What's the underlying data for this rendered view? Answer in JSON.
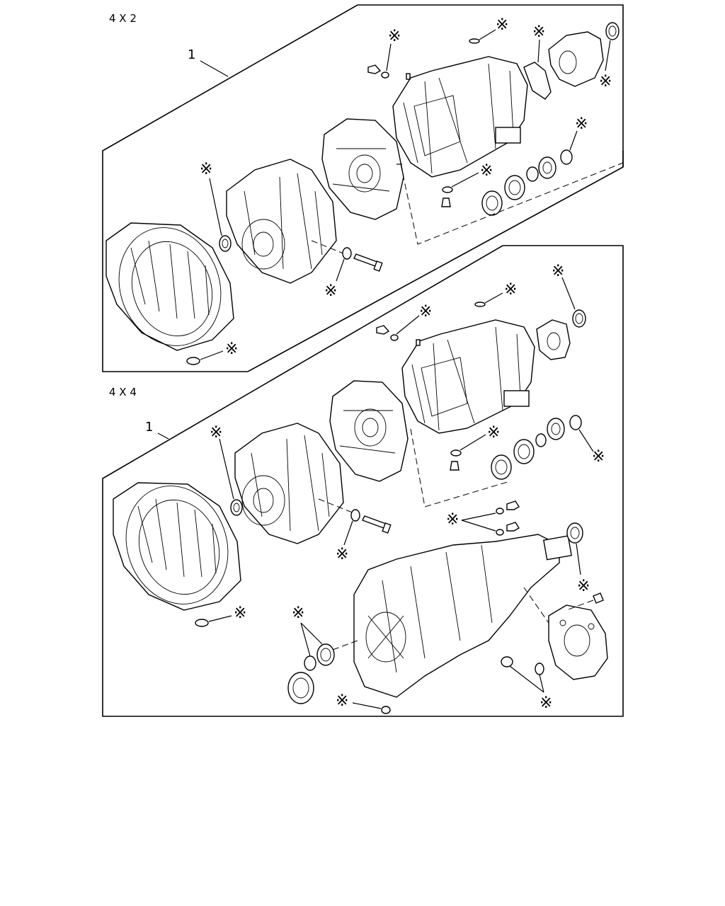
{
  "sections": [
    {
      "id": "4x2",
      "title": "4 X 2",
      "callout": "1"
    },
    {
      "id": "4x4",
      "title": "4 X 4",
      "callout": "1"
    }
  ],
  "marker": "※"
}
